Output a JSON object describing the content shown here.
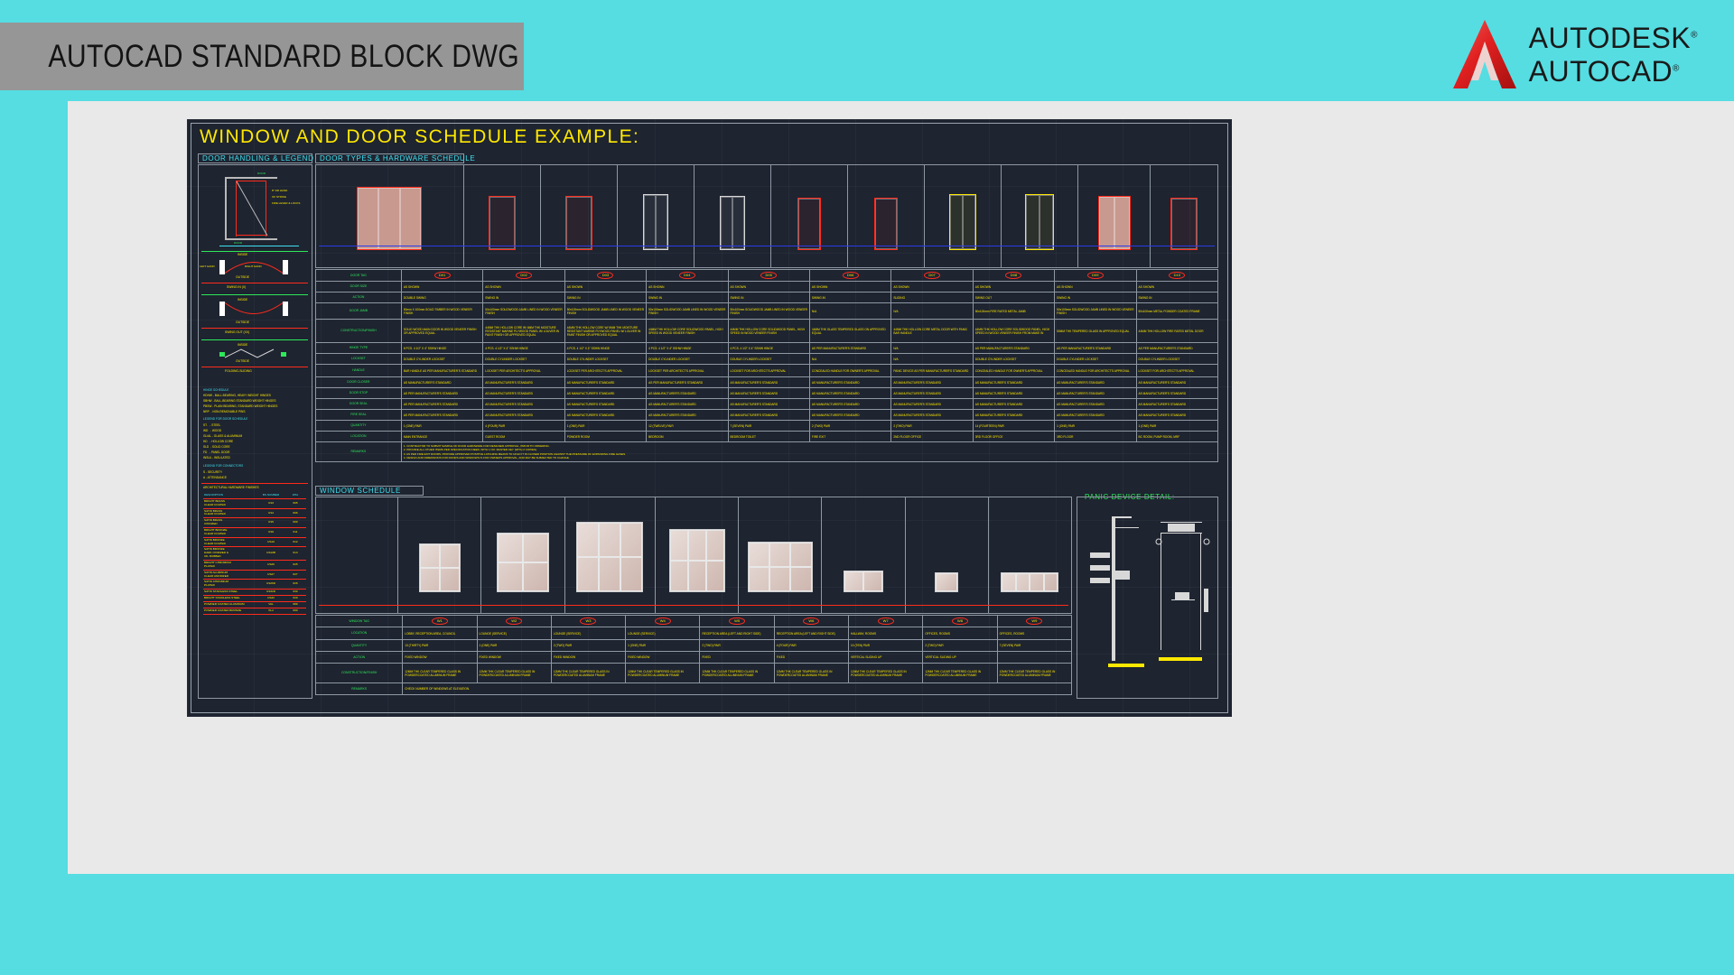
{
  "slide": {
    "banner_title": "AUTOCAD STANDARD BLOCK DWG",
    "background_color": "#55dde2",
    "banner_color": "#969696",
    "sheet_color": "#e9e9e9"
  },
  "logo": {
    "brand": "AUTODESK",
    "product": "AUTOCAD",
    "registered": "®",
    "mark_color": "#e02020"
  },
  "drawing": {
    "background_color": "#1e2430",
    "title": "WINDOW AND DOOR SCHEDULE EXAMPLE:",
    "title_color": "#ffe800",
    "sections": {
      "door_legend": "DOOR HANDLING & LEGEND",
      "door_schedule": "DOOR TYPES & HARDWARE SCHEDULE",
      "window_schedule": "WINDOW SCHEDULE",
      "panic_detail": "PANIC DEVICE DETAIL:"
    }
  },
  "door_legend": {
    "door_detail_labels": [
      "DOOR",
      "8\" DR HAND",
      "OF STRIKE",
      "FIRE LEVER & LOCKS",
      "DOOR"
    ],
    "swing_entries": [
      {
        "top": "INSIDE",
        "bottom": "OUTSIDE",
        "label": "SWING IN (X)"
      },
      {
        "top": "INSIDE",
        "bottom": "OUTSIDE",
        "label": "SWING OUT (XX)"
      },
      {
        "top": "INSIDE",
        "bottom": "OUTSIDE",
        "label": "FOLDING-SLIDING"
      }
    ],
    "hand_labels": [
      "LEFT HAND",
      "RIGHT HAND",
      "INSIDE",
      "OUTSIDE",
      "INSIDE",
      "OUTSIDE"
    ],
    "hinge_legend_title": "HINGE SCHEDULE",
    "hinge_legend": [
      "HDHW - BALL-BEARING, HEAVY WEIGHT HINGES",
      "SBHW - BALL-BEARING STANDARD WEIGHT HINGES",
      "PBSW - PLAIN BEARING, STANDARD WEIGHT HINGES",
      "NRP  - NON-REMOVABLE PINS"
    ],
    "door_legend_title": "LEGEND FOR DOOR SCHEDULE",
    "door_legend_rows": [
      "ST.   - STEEL",
      "WD   - WOOD",
      "GL/AL - GLASS & ALUMINUM",
      "HD   - HOLLOW CORE",
      "SLD  - SOLID CORE",
      "FD   - PANEL DOOR",
      "INSUL - INSULATED"
    ],
    "connector_title": "LEGEND FOR CONNECTORS",
    "connector_rows": [
      "S - SECURITY",
      "A - ATTENDANCE"
    ],
    "finishes_title": "ARCHITECTURAL HARDWARE FINISHES",
    "finishes_header": [
      "DESCRIPTION",
      "BS NUMBER",
      "DHA"
    ],
    "finishes": [
      {
        "desc": "BRIGHT BRASS\nCLEAR COATED",
        "bs": "US3",
        "dha": "605"
      },
      {
        "desc": "SATIN BRASS\nCLEAR COATED",
        "bs": "US4",
        "dha": "606"
      },
      {
        "desc": "SATIN BRASS\nOXIDIZED",
        "bs": "US5",
        "dha": "609"
      },
      {
        "desc": "BRIGHT BRONZE\nCLEAR COATED",
        "bs": "US9",
        "dha": "611"
      },
      {
        "desc": "SATIN BRONZE\nCLEAR COATED",
        "bs": "US10",
        "dha": "612"
      },
      {
        "desc": "SATIN BRONZE\nDARK OXIDIZED &\nOIL RUBBED",
        "bs": "US10B",
        "dha": "613"
      },
      {
        "desc": "BRIGHT CHROMIUM\nPLATED",
        "bs": "US26",
        "dha": "625"
      },
      {
        "desc": "SATIN ALUMINUM\nCLEAR ANODIZED",
        "bs": "US27",
        "dha": "627"
      },
      {
        "desc": "SATIN CHROMIUM\nPLATED",
        "bs": "US26D",
        "dha": "626"
      },
      {
        "desc": "SATIN STAINLESS STEEL",
        "bs": "US32D",
        "dha": "630"
      },
      {
        "desc": "BRIGHT STAINLESS STEEL",
        "bs": "US32",
        "dha": "629"
      },
      {
        "desc": "POWDER COATED ALUMINUM",
        "bs": "VAL",
        "dha": "689"
      },
      {
        "desc": "POWDER COATED BRONZE",
        "bs": "W-2",
        "dha": "690"
      }
    ]
  },
  "door_schedule": {
    "row_labels": [
      "DOOR TAG",
      "DOOR SIZE",
      "ACTION",
      "DOOR JAMB",
      "CONSTRUCTION/FINISH",
      "HINGE TYPE",
      "LOCKSET",
      "HANDLE",
      "DOOR CLOSER",
      "DOOR STOP",
      "DOOR SEAL",
      "FIRE SEAL",
      "QUANTITY",
      "LOCATION"
    ],
    "columns": [
      {
        "tag": "D01",
        "size": "AS SHOWN",
        "action": "DOUBLE SWING",
        "jamb": "50mm X 100mm SOLID TIMBER IN WOOD VENEER FINISH",
        "construction": "SOLID WOOD MAIN DOOR IN WOOD VENEER FINISH OR APPROVED EQUAL.",
        "hinge": "6 PCS. 4 1/2\" X 4\" SSHW HINGE",
        "lockset": "DOUBLE CYLINDER LOCKSET",
        "handle": "BAR HANDLE AS PER MANUFACTURER'S STANDARD",
        "closer": "AS MANUFACTURER'S STANDARD",
        "stop": "AS PER MANUFACTURER'S STANDARD",
        "seal": "AS PER MANUFACTURER'S STANDARD",
        "fireseal": "AS PER MANUFACTURER'S STANDARD",
        "quantity": "1 (ONE) PAIR",
        "location": "MAIN ENTRANCE"
      },
      {
        "tag": "D02",
        "size": "AS SHOWN",
        "action": "SWING IN",
        "jamb": "50x100mm SOLIDWOOD JAMB LINED IN WOOD VENEER FINISH",
        "construction": "44MM THK HOLLOW CORE W/ 6MM THK MOISTURE RESISTANT MARINE PLYWOOD PANEL W/ LOUVER IN PAINT FINISH OR APPROVED EQUAL",
        "hinge": "4 PCS. 4 1/2\" X 4\" SSHW HINGE",
        "lockset": "DOUBLE CYLINDER LOCKSET",
        "handle": "LOCKSET PER ARCHITECT'S APPROVAL",
        "closer": "AS MANUFACTURER'S STANDARD",
        "stop": "AS MANUFACTURER'S STANDARD",
        "seal": "AS MANUFACTURER'S STANDARD",
        "fireseal": "AS MANUFACTURER'S STANDARD",
        "quantity": "4 (FOUR) PAIR",
        "location": "GUEST ROOM"
      },
      {
        "tag": "D03",
        "size": "AS SHOWN",
        "action": "SWING IN",
        "jamb": "50x100mm SOLIDWOOD JAMB LINED IN WOOD VENEER FINISH",
        "construction": "44MM THK HOLLOW CORE W/ 6MM THK MOISTURE RESISTANT MARINE PLYWOOD PANEL W/ LOUVER IN PAINT FINISH OR APPROVED EQUAL",
        "hinge": "4 PCS. 4 1/2\" X 4\" SSHW HINGE",
        "lockset": "DOUBLE CYLINDER LOCKSET",
        "handle": "LOCKSET PER ARCHITECT'S APPROVAL",
        "closer": "AS MANUFACTURER'S STANDARD",
        "stop": "AS MANUFACTURER'S STANDARD",
        "seal": "AS MANUFACTURER'S STANDARD",
        "fireseal": "AS MANUFACTURER'S STANDARD",
        "quantity": "1 (ONE) PAIR",
        "location": "POWDER ROOM"
      },
      {
        "tag": "D04",
        "size": "AS SHOWN",
        "action": "SWING IN",
        "jamb": "50x100mm SOLIDWOOD JAMB LINED IN WOOD VENEER FINISH",
        "construction": "44MM THK HOLLOW CORE SOLIDWOOD PANEL, HIGH SPEED IN WOOD VENEER FINISH",
        "hinge": "4 PCS. 4 1/2\" X 4\" SSHW HINGE",
        "lockset": "DOUBLE CYLINDER LOCKSET",
        "handle": "LOCKSET PER ARCHITECT'S APPROVAL",
        "closer": "AS PER MANUFACTURER'S STANDARD",
        "stop": "AS MANUFACTURER'S STANDARD",
        "seal": "AS MANUFACTURER'S STANDARD",
        "fireseal": "AS MANUFACTURER'S STANDARD",
        "quantity": "12 (TWELVE) PAIR",
        "location": "BEDROOM"
      },
      {
        "tag": "D05",
        "size": "AS SHOWN",
        "action": "SWING IN",
        "jamb": "50x100mm SOLIDWOOD JAMB LINED IN WOOD VENEER FINISH",
        "construction": "44MM THK HOLLOW CORE SOLIDWOOD PANEL, HIGH SPEED IN WOOD VENEER FINISH",
        "hinge": "4 PCS. 4 1/2\" X 4\" SSHW HINGE",
        "lockset": "DOUBLE CYLINDER LOCKSET",
        "handle": "LOCKSET FOR ARCHITECT'S APPROVAL",
        "closer": "AS MANUFACTURER'S STANDARD",
        "stop": "AS MANUFACTURER'S STANDARD",
        "seal": "AS MANUFACTURER'S STANDARD",
        "fireseal": "AS MANUFACTURER'S STANDARD",
        "quantity": "7 (SEVEN) PAIR",
        "location": "BEDROOM TOILET"
      },
      {
        "tag": "D06",
        "size": "AS SHOWN",
        "action": "SWING IN",
        "jamb": "N/A",
        "construction": "44MM THK GLASS TEMPERED GLASS ON APPROVED EQUAL",
        "hinge": "AS PER MANUFACTURER'S STANDARD",
        "lockset": "N/A",
        "handle": "CONCEALED HANDLE FOR OWNER'S APPROVAL",
        "closer": "AS MANUFACTURER'S STANDARD",
        "stop": "AS MANUFACTURER'S STANDARD",
        "seal": "AS MANUFACTURER'S STANDARD",
        "fireseal": "AS MANUFACTURER'S STANDARD",
        "quantity": "2 (TWO) PAIR",
        "location": "FIRE EXIT"
      },
      {
        "tag": "D07",
        "size": "AS SHOWN",
        "action": "SLIDING",
        "jamb": "N/A",
        "construction": "44MM THK HOLLOW CORE METAL DOOR WITH PANIC BAR HANDLE",
        "hinge": "N/A",
        "lockset": "N/A",
        "handle": "PANIC DEVICE AS PER MANUFACTURER'S STANDARD",
        "closer": "AS MANUFACTURER'S STANDARD",
        "stop": "AS MANUFACTURER'S STANDARD",
        "seal": "AS MANUFACTURER'S STANDARD",
        "fireseal": "AS MANUFACTURER'S STANDARD",
        "quantity": "2 (TWO) PAIR",
        "location": "2ND FLOOR OFFICE"
      },
      {
        "tag": "D08",
        "size": "AS SHOWN",
        "action": "SWING OUT",
        "jamb": "50x100mm FIRE RATED METAL JAMB",
        "construction": "44MM THK HOLLOW CORE SOLIDWOOD PANEL, HIGH SPEED IN WOOD VENEER FINISH FROM MAKE IN",
        "hinge": "AS PER MANUFACTURER'S STANDARD",
        "lockset": "DOUBLE CYLINDER LOCKSET",
        "handle": "CONCEALED HANDLE FOR OWNER'S APPROVAL",
        "closer": "AS MANUFACTURER'S STANDARD",
        "stop": "AS MANUFACTURER'S STANDARD",
        "seal": "AS MANUFACTURER'S STANDARD",
        "fireseal": "AS MANUFACTURER'S STANDARD",
        "quantity": "14 (FOURTEEN) PAIR",
        "location": "3RD FLOOR OFFICE"
      },
      {
        "tag": "D09",
        "size": "AS SHOWN",
        "action": "SWING IN",
        "jamb": "50x100mm SOLIDWOOD JAMB LINED IN WOOD VENEER FINISH",
        "construction": "50MM THK TEMPERED GLASS IN APPROVED EQUAL",
        "hinge": "AS PER MANUFACTURER'S STANDARD",
        "lockset": "DOUBLE CYLINDER LOCKSET",
        "handle": "CONCEALED HANDLE FOR ARCHITECT'S APPROVAL",
        "closer": "AS MANUFACTURER'S STANDARD",
        "stop": "AS MANUFACTURER'S STANDARD",
        "seal": "AS MANUFACTURER'S STANDARD",
        "fireseal": "AS MANUFACTURER'S STANDARD",
        "quantity": "1 (ONE) PAIR",
        "location": "3RD FLOOR"
      },
      {
        "tag": "D10",
        "size": "AS SHOWN",
        "action": "SWING IN",
        "jamb": "50x100mm METAL POWDER COATED FRAME",
        "construction": "44MM THK HOLLOW FIRE RATED METAL DOOR",
        "hinge": "AS PER MANUFACTURER'S STANDARD",
        "lockset": "DOUBLE CYLINDER LOCKSET",
        "handle": "LOCKSET FOR ARCHITECT'S APPROVAL",
        "closer": "AS MANUFACTURER'S STANDARD",
        "stop": "AS MANUFACTURER'S STANDARD",
        "seal": "AS MANUFACTURER'S STANDARD",
        "fireseal": "AS MANUFACTURER'S STANDARD",
        "quantity": "1 (ONE) PAIR",
        "location": "BC ROOM, PUMP ROOM, MRF"
      }
    ],
    "remarks_label": "REMARKS",
    "remarks": [
      "1.  CONTRACTOR TO SUBMIT SAMPLE OF DOOR HARDWARE FOR DESIGNER APPROVAL, PRIOR TO ORDERING.",
      "2.  PROVIDE ALL OTHER ITEMS PER SPECIFICATION NEED, WITH 1 NO. MASTER KEY (WITH 2 COPIES).",
      "3.  AS PER FIRE EXIT DOORS, PROVIDE APPROVED POSITIVE LATCHING MEANS TO HOLD IT IN CLOSED POSITION AGAINST THE PRESSURE OF EXPANDING FIRE GASES.",
      "4.  DESIGN AND DIMENSIONS FOR DOORS AND WINDOWS IS FOR OWNER'S APPROVAL, AND MAY BE SUBJECTED TO CHANGE."
    ]
  },
  "window_schedule": {
    "row_labels": [
      "WINDOW TAG",
      "LOCATION",
      "QUANTITY",
      "ACTION",
      "CONSTRUCTION/FINISH",
      "REMARKS"
    ],
    "columns": [
      {
        "tag": "W1",
        "location": "LOBBY, RECEPTION AREA, COUNCIL",
        "quantity": "13 (THIRTY) PAIR",
        "action": "FIXED WINDOW",
        "construction": "12MM THK CLEAR TEMPERED GLASS IN POWDERCOATED ALUMINUM FRAME"
      },
      {
        "tag": "W2",
        "location": "LOUNGE (SERVICE)",
        "quantity": "1 (ONE) PAIR",
        "action": "FIXED WINDOW",
        "construction": "12MM THK CLEAR TEMPERED GLASS IN POWDERCOATED ALUMINUM FRAME"
      },
      {
        "tag": "W3",
        "location": "LOUNGE (SERVICE)",
        "quantity": "2 (TWO) PAIR",
        "action": "FIXED WINDOW",
        "construction": "12MM THK CLEAR TEMPERED GLASS IN POWDERCOATED ALUMINUM FRAME"
      },
      {
        "tag": "W4",
        "location": "LOUNGE (SERVICE)",
        "quantity": "1 (ONE) PAIR",
        "action": "FIXED WINDOW",
        "construction": "12MM THK CLEAR TEMPERED GLASS IN POWDERCOATED ALUMINUM FRAME"
      },
      {
        "tag": "W5",
        "location": "RECEPTION AREA (LEFT AND RIGHT SIDE)",
        "quantity": "2 (TWO) PAIR",
        "action": "FIXED",
        "construction": "12MM THK CLEAR TEMPERED GLASS IN POWDERCOATED ALUMINUM FRAME"
      },
      {
        "tag": "W6",
        "location": "RECEPTION AREA (LEFT AND RIGHT SIDE)",
        "quantity": "4 (FOUR) PAIR",
        "action": "FIXED",
        "construction": "12MM THK CLEAR TEMPERED GLASS IN POWDERCOATED ALUMINUM FRAME"
      },
      {
        "tag": "W7",
        "location": "HALLWAY, ROOMS",
        "quantity": "10 (TEN) PAIR",
        "action": "VERTICAL SLIDING UP",
        "construction": "12MM THK CLEAR TEMPERED GLASS IN POWDERCOATED ALUMINUM FRAME"
      },
      {
        "tag": "W8",
        "location": "OFFICES, ROOMS",
        "quantity": "2 (TWO) PAIR",
        "action": "VERTICAL SLIDING UP",
        "construction": "12MM THK CLEAR TEMPERED GLASS IN POWDERCOATED ALUMINUM FRAME"
      },
      {
        "tag": "W9",
        "location": "OFFICES, ROOMS",
        "quantity": "7 (SEVEN) PAIR",
        "action": "",
        "construction": "12MM THK CLEAR TEMPERED GLASS IN POWDERCOATED ALUMINUM FRAME"
      }
    ],
    "remarks": "CHECK NUMBER OF WINDOWS AT ELEVATION."
  }
}
